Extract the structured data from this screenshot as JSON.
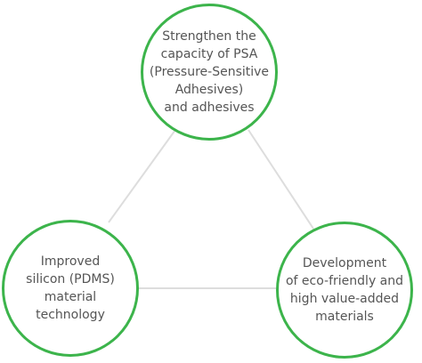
{
  "accent_color": "#3cb44b",
  "connector_color": "#dddddd",
  "nodes": {
    "top": {
      "label": "Strengthen the\ncapacity of PSA\n(Pressure-Sensitive\nAdhesives)\nand adhesives"
    },
    "left": {
      "label": "Improved\nsilicon (PDMS)\nmaterial\ntechnology"
    },
    "right": {
      "label": "Development\nof eco-friendly and\nhigh value-added\nmaterials"
    }
  }
}
